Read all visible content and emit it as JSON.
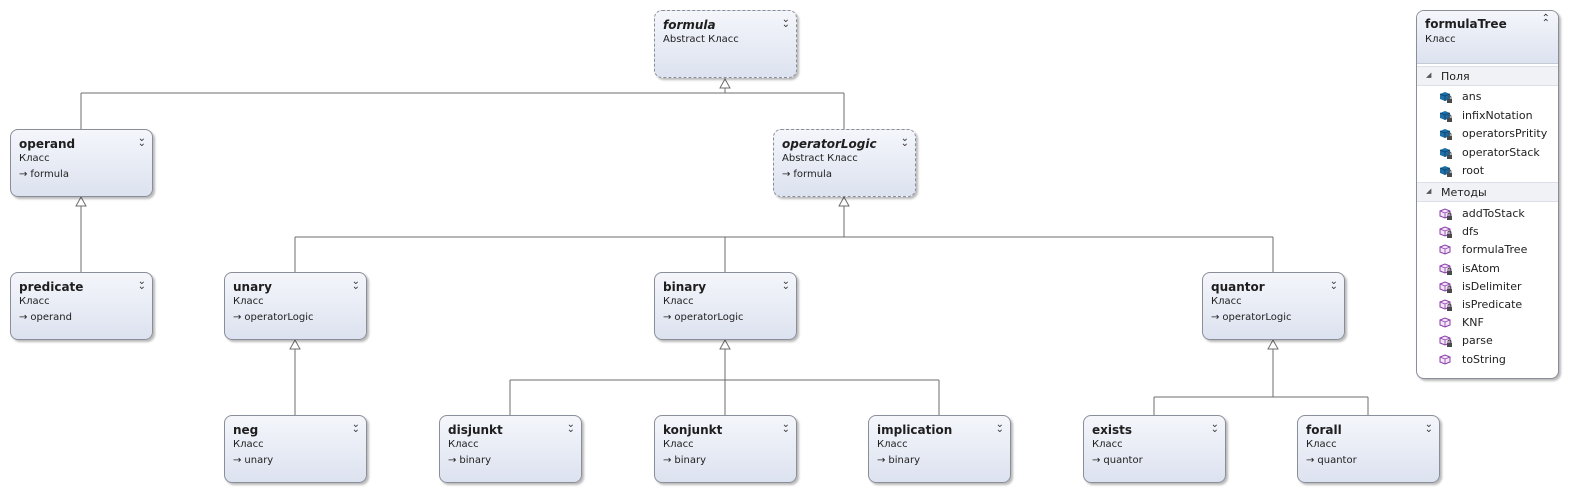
{
  "diagram": {
    "classes": {
      "formula": {
        "name": "formula",
        "kind": "Abstract Класс",
        "abstract": true,
        "base": ""
      },
      "operand": {
        "name": "operand",
        "kind": "Класс",
        "base": "formula"
      },
      "operatorLogic": {
        "name": "operatorLogic",
        "kind": "Abstract Класс",
        "abstract": true,
        "base": "formula"
      },
      "predicate": {
        "name": "predicate",
        "kind": "Класс",
        "base": "operand"
      },
      "unary": {
        "name": "unary",
        "kind": "Класс",
        "base": "operatorLogic"
      },
      "binary": {
        "name": "binary",
        "kind": "Класс",
        "base": "operatorLogic"
      },
      "quantor": {
        "name": "quantor",
        "kind": "Класс",
        "base": "operatorLogic"
      },
      "neg": {
        "name": "neg",
        "kind": "Класс",
        "base": "unary"
      },
      "disjunkt": {
        "name": "disjunkt",
        "kind": "Класс",
        "base": "binary"
      },
      "konjunkt": {
        "name": "konjunkt",
        "kind": "Класс",
        "base": "binary"
      },
      "implication": {
        "name": "implication",
        "kind": "Класс",
        "base": "binary"
      },
      "exists": {
        "name": "exists",
        "kind": "Класс",
        "base": "quantor"
      },
      "forall": {
        "name": "forall",
        "kind": "Класс",
        "base": "quantor"
      }
    },
    "formulaTree": {
      "name": "formulaTree",
      "kind": "Класс",
      "fields_label": "Поля",
      "fields": [
        "ans",
        "infixNotation",
        "operatorsPritity",
        "operatorStack",
        "root"
      ],
      "methods_label": "Методы",
      "methods": [
        {
          "name": "addToStack",
          "private": true
        },
        {
          "name": "dfs",
          "private": true
        },
        {
          "name": "formulaTree",
          "private": false
        },
        {
          "name": "isAtom",
          "private": true
        },
        {
          "name": "isDelimiter",
          "private": true
        },
        {
          "name": "isPredicate",
          "private": true
        },
        {
          "name": "KNF",
          "private": false
        },
        {
          "name": "parse",
          "private": true
        },
        {
          "name": "toString",
          "private": false
        }
      ]
    },
    "colors": {
      "box_top": "#f4f6fb",
      "box_bottom": "#dce2ef",
      "line": "#6e6e6e",
      "field_icon": "#1e6fa8",
      "method_icon": "#8a3ea8"
    }
  }
}
